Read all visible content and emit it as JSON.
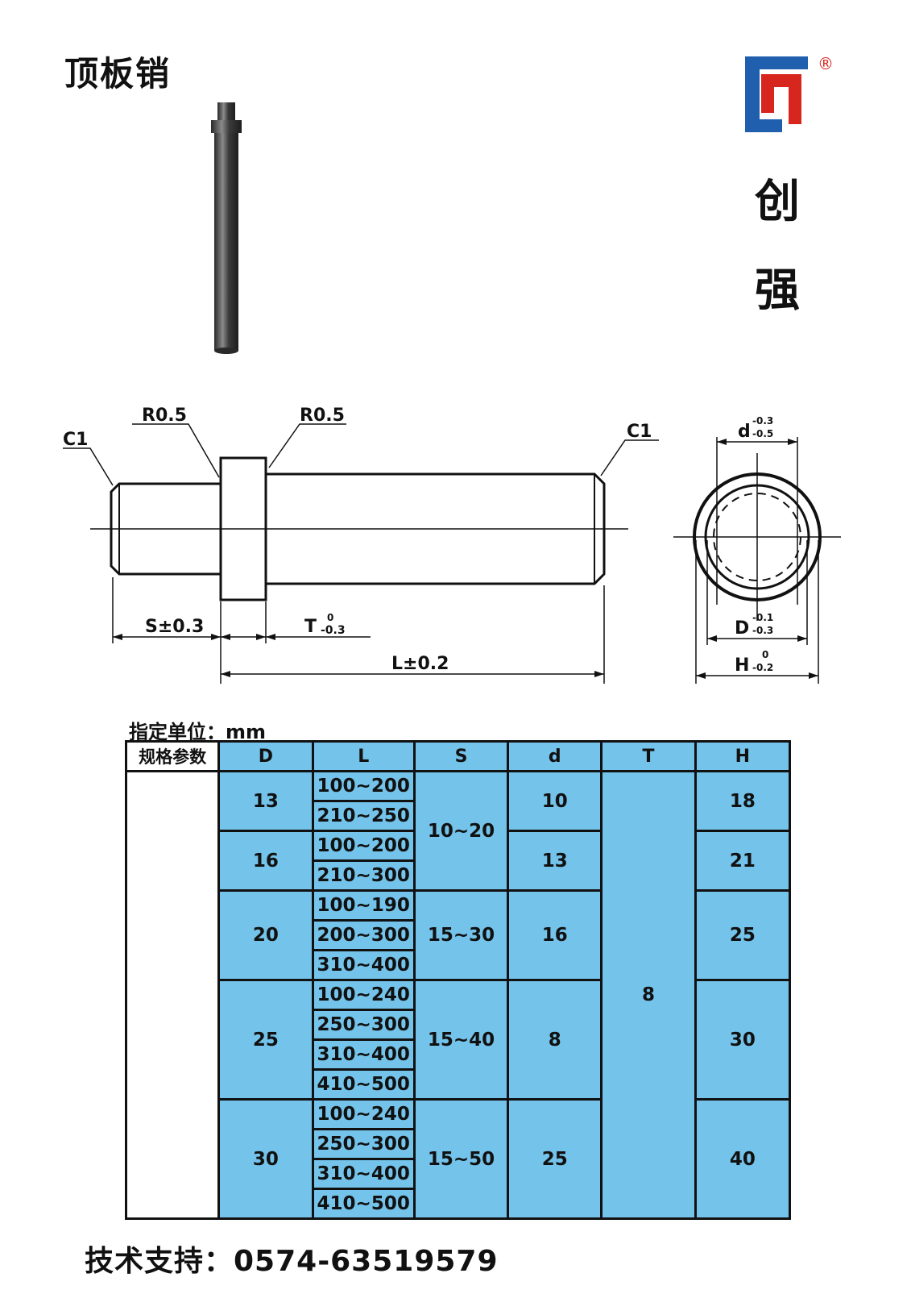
{
  "title": "顶板销",
  "brand": {
    "registered_mark": "®",
    "chars": [
      "创",
      "强"
    ],
    "colors": {
      "blue": "#1f5fae",
      "red": "#d7261e"
    }
  },
  "drawing": {
    "labels": {
      "c1_left": "C1",
      "r05_left": "R0.5",
      "r05_right": "R0.5",
      "c1_right": "C1",
      "s_tol": "S±0.3",
      "t_base": "T",
      "t_upper": "0",
      "t_lower": "-0.3",
      "l_tol": "L±0.2",
      "d_small_base": "d",
      "d_small_upper": "-0.3",
      "d_small_lower": "-0.5",
      "d_big_base": "D",
      "d_big_upper": "-0.1",
      "d_big_lower": "-0.3",
      "h_base": "H",
      "h_upper": "0",
      "h_lower": "-0.2"
    }
  },
  "unit_label": "指定单位：mm",
  "table": {
    "corner": "规格参数",
    "headers": [
      "D",
      "L",
      "S",
      "d",
      "T",
      "H"
    ],
    "groups": [
      {
        "D": "13",
        "L": [
          "100~200",
          "210~250"
        ],
        "d": "10",
        "H": "18"
      },
      {
        "D": "16",
        "L": [
          "100~200",
          "210~300"
        ],
        "d": "13",
        "H": "21"
      },
      {
        "D": "20",
        "L": [
          "100~190",
          "200~300",
          "310~400"
        ],
        "S": "15~30",
        "d": "16",
        "H": "25"
      },
      {
        "D": "25",
        "L": [
          "100~240",
          "250~300",
          "310~400",
          "410~500"
        ],
        "S": "15~40",
        "d": "8",
        "H": "30"
      },
      {
        "D": "30",
        "L": [
          "100~240",
          "250~300",
          "310~400",
          "410~500"
        ],
        "S": "15~50",
        "d": "25",
        "H": "40"
      }
    ],
    "S_shared_13_16": "10~20",
    "T_all": "8"
  },
  "support": "技术支持：0574-63519579"
}
